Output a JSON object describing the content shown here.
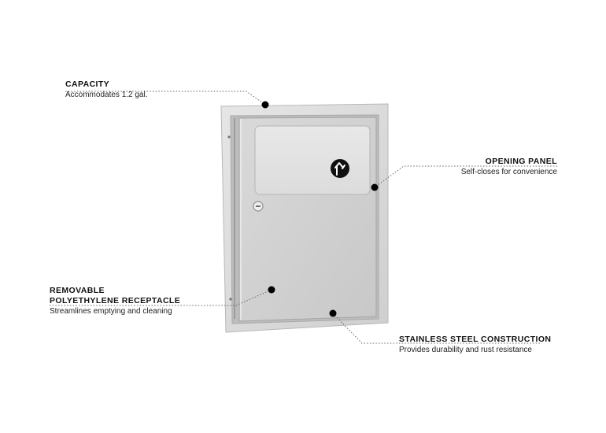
{
  "colors": {
    "frame_outer": "#dcdcdc",
    "frame_inner": "#c9c9c9",
    "door": "#d3d3d3",
    "window_panel": "#e3e3e3",
    "icon_disc": "#111111",
    "callout_dot": "#000000",
    "leader_line": "#666666"
  },
  "icons": {
    "disposal": "sanitary-disposal-icon",
    "lock": "lock-icon"
  },
  "callouts": {
    "capacity": {
      "title": "CAPACITY",
      "desc": "Accommodates 1.2 gal."
    },
    "opening_panel": {
      "title": "OPENING PANEL",
      "desc": "Self-closes for convenience"
    },
    "receptacle": {
      "title_line1": "REMOVABLE",
      "title_line2": "POLYETHYLENE RECEPTACLE",
      "desc": "Streamlines emptying and cleaning"
    },
    "steel": {
      "title": "STAINLESS STEEL CONSTRUCTION",
      "desc": "Provides durability and rust resistance"
    }
  }
}
